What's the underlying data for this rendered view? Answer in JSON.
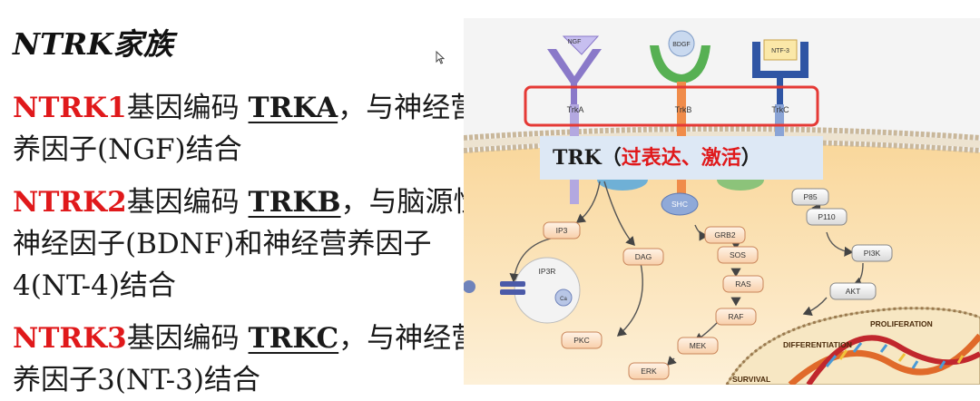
{
  "slide": {
    "title": "NTRK家族",
    "items": [
      {
        "gene": "NTRK1",
        "mid": "基因编码 ",
        "protein": "TRKA",
        "line1_rest": "，与神经营",
        "line2": "养因子(NGF)结合",
        "line3": ""
      },
      {
        "gene": "NTRK2",
        "mid": "基因编码 ",
        "protein": "TRKB",
        "line1_rest": "，与脑源性",
        "line2": "神经因子(BDNF)和神经营养因子",
        "line3": "4(NT-4)结合"
      },
      {
        "gene": "NTRK3",
        "mid": "基因编码 ",
        "protein": "TRKC",
        "line1_rest": "，与神经营",
        "line2": "养因子3(NT-3)结合",
        "line3": ""
      }
    ]
  },
  "diagram": {
    "ligands": [
      "NGF",
      "BDGF",
      "NTF-3"
    ],
    "receptors": [
      "TrkA",
      "TrkB",
      "TrkC"
    ],
    "banner_prefix": "TRK（",
    "banner_highlight": "过表达、激活",
    "banner_suffix": "）",
    "nodes": {
      "shc": "SHC",
      "p85": "P85",
      "p110": "P110",
      "ip3": "IP3",
      "grb2": "GRB2",
      "dag": "DAG",
      "sos": "SOS",
      "pi3k": "PI3K",
      "ras": "RAS",
      "ip3r": "IP3R",
      "ca": "Ca",
      "akt": "AKT",
      "raf": "RAF",
      "pkc": "PKC",
      "mek": "MEK",
      "erk": "ERK"
    },
    "outcomes": [
      "PROLIFERATION",
      "DIFFERENTIATION",
      "SURVIVAL"
    ],
    "colors": {
      "highlight_red": "#e0191b",
      "banner_bg": "#dde8f5",
      "cell_bg": "#fbe3b8",
      "box_border": "#e53935"
    }
  }
}
